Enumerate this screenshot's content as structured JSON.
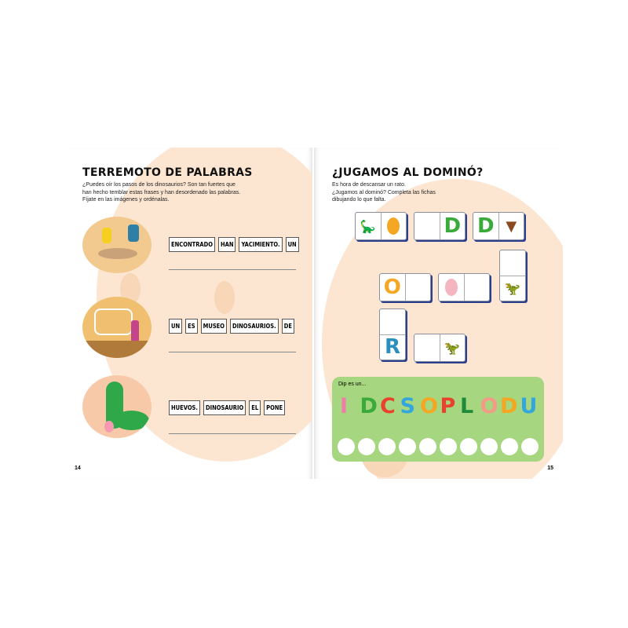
{
  "left_page": {
    "title": "TERREMOTO DE PALABRAS",
    "intro": [
      "¿Puedes oír los pasos de los dinosaurios? Son tan fuertes que",
      "han hecho temblar estas frases y han desordenado las palabras.",
      "Fíjate en las imágenes y ordénalas."
    ],
    "exercises": [
      {
        "scene": "excavation",
        "words": [
          "ENCONTRADO",
          "HAN",
          "YACIMIENTO.",
          "UN"
        ]
      },
      {
        "scene": "museum",
        "words": [
          "UN",
          "ES",
          "MUSEO",
          "DINOSAURIOS.",
          "DE"
        ]
      },
      {
        "scene": "dinosaur-eggs",
        "words": [
          "HUEVOS.",
          "DINOSAURIO",
          "EL",
          "PONE"
        ]
      }
    ],
    "page_number": "14"
  },
  "right_page": {
    "title": "¿JUGAMOS AL DOMINÓ?",
    "intro": [
      "Es hora de descansar un rato.",
      "¿Jugamos al dominó? Completa las fichas",
      "dibujando lo que falta."
    ],
    "domino_letters": {
      "d1": "D",
      "d2": "D",
      "o": "O",
      "r": "R"
    },
    "puzzle": {
      "label": "Dip es un...",
      "letters": [
        "I",
        "D",
        "C",
        "S",
        "O",
        "P",
        "L",
        "O",
        "D",
        "U"
      ],
      "letter_colors": [
        "#f07ca8",
        "#3aaa3a",
        "#e8412c",
        "#35a6dd",
        "#f5a623",
        "#e8412c",
        "#1f8a3a",
        "#f59a86",
        "#f5a623",
        "#35a6dd"
      ],
      "answer_slots": 10
    },
    "page_number": "15"
  },
  "colors": {
    "blob": "#fce6d2",
    "green_panel": "#a6d67f",
    "domino_shadow": "#2b3f8f"
  }
}
